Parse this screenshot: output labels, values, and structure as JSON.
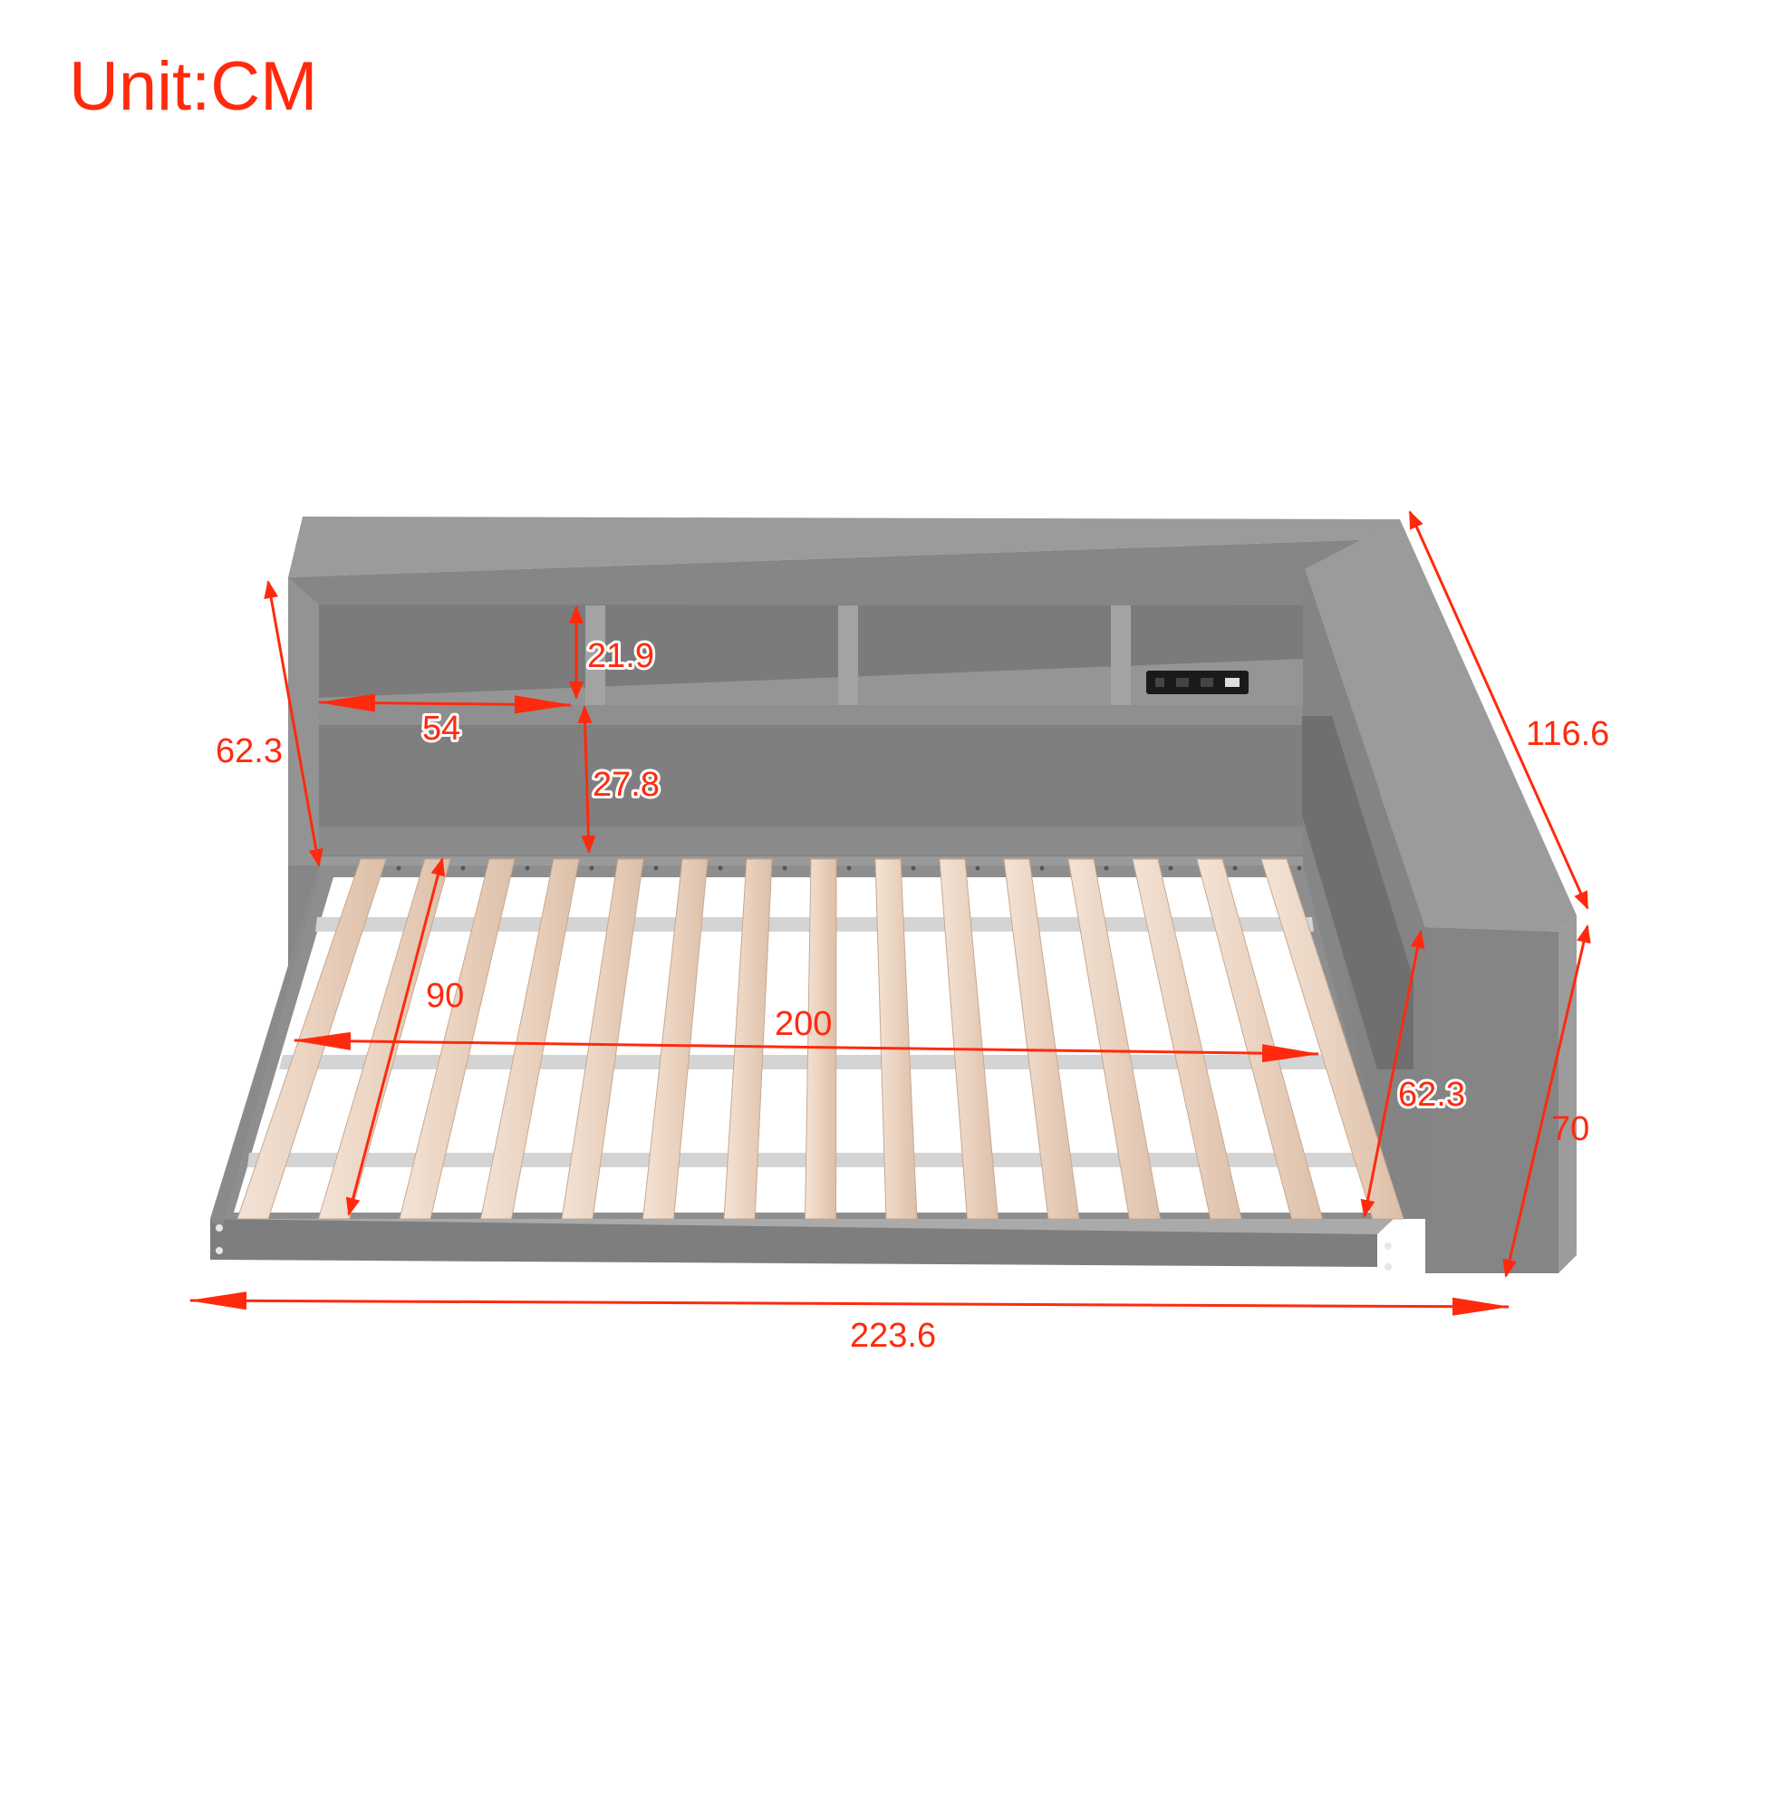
{
  "unit_label": "Unit:CM",
  "colors": {
    "dimension": "#ff2a0e",
    "frame_gray": "#8c8c8c",
    "slat_wood": "#ead2bf"
  },
  "slat_count": 15,
  "dimensions": {
    "headboard_height": "62.3",
    "shelf_height": "21.9",
    "shelf_width": "54",
    "lower_panel_height": "27.8",
    "side_length": "116.6",
    "bed_width": "90",
    "bed_length": "200",
    "side_panel_height": "62.3",
    "side_depth": "70",
    "total_length": "223.6"
  }
}
